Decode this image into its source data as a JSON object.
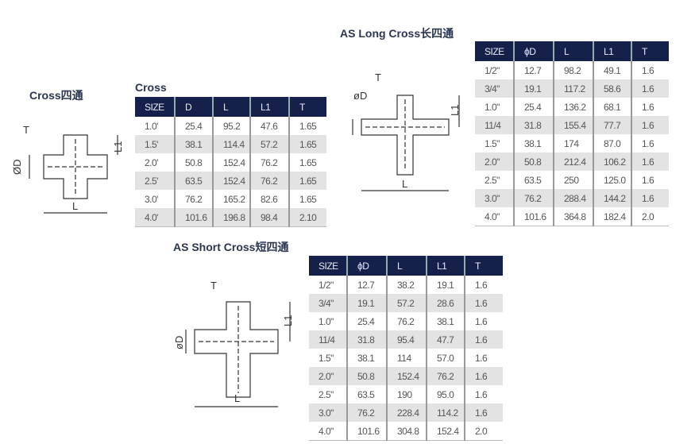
{
  "cross": {
    "side_title": "Cross四通",
    "title": "Cross",
    "headers": [
      "SIZE",
      "D",
      "L",
      "L1",
      "T"
    ],
    "rows": [
      [
        "1.0'",
        "25.4",
        "95.2",
        "47.6",
        "1.65"
      ],
      [
        "1.5'",
        "38.1",
        "114.4",
        "57.2",
        "1.65"
      ],
      [
        "2.0'",
        "50.8",
        "152.4",
        "76.2",
        "1.65"
      ],
      [
        "2.5'",
        "63.5",
        "152.4",
        "76.2",
        "1.65"
      ],
      [
        "3.0'",
        "76.2",
        "165.2",
        "82.6",
        "1.65"
      ],
      [
        "4.0'",
        "101.6",
        "196.8",
        "98.4",
        "2.10"
      ]
    ],
    "diagram": {
      "t": "T",
      "d": "ØD",
      "l1": "L1",
      "l": "L"
    }
  },
  "long_cross": {
    "title": "AS Long Cross长四通",
    "headers": [
      "SIZE",
      "ϕD",
      "L",
      "L1",
      "T"
    ],
    "rows": [
      [
        "1/2\"",
        "12.7",
        "98.2",
        "49.1",
        "1.6"
      ],
      [
        "3/4\"",
        "19.1",
        "117.2",
        "58.6",
        "1.6"
      ],
      [
        "1.0\"",
        "25.4",
        "136.2",
        "68.1",
        "1.6"
      ],
      [
        "11/4",
        "31.8",
        "155.4",
        "77.7",
        "1.6"
      ],
      [
        "1.5\"",
        "38.1",
        "174",
        "87.0",
        "1.6"
      ],
      [
        "2.0\"",
        "50.8",
        "212.4",
        "106.2",
        "1.6"
      ],
      [
        "2.5\"",
        "63.5",
        "250",
        "125.0",
        "1.6"
      ],
      [
        "3.0\"",
        "76.2",
        "288.4",
        "144.2",
        "1.6"
      ],
      [
        "4.0\"",
        "101.6",
        "364.8",
        "182.4",
        "2.0"
      ]
    ],
    "diagram": {
      "t": "T",
      "d": "øD",
      "l1": "L1",
      "l": "L"
    }
  },
  "short_cross": {
    "title": "AS Short Cross短四通",
    "headers": [
      "SIZE",
      "ϕD",
      "L",
      "L1",
      "T"
    ],
    "rows": [
      [
        "1/2\"",
        "12.7",
        "38.2",
        "19.1",
        "1.6"
      ],
      [
        "3/4\"",
        "19.1",
        "57.2",
        "28.6",
        "1.6"
      ],
      [
        "1.0\"",
        "25.4",
        "76.2",
        "38.1",
        "1.6"
      ],
      [
        "11/4",
        "31.8",
        "95.4",
        "47.7",
        "1.6"
      ],
      [
        "1.5\"",
        "38.1",
        "114",
        "57.0",
        "1.6"
      ],
      [
        "2.0\"",
        "50.8",
        "152.4",
        "76.2",
        "1.6"
      ],
      [
        "2.5\"",
        "63.5",
        "190",
        "95.0",
        "1.6"
      ],
      [
        "3.0\"",
        "76.2",
        "228.4",
        "114.2",
        "1.6"
      ],
      [
        "4.0\"",
        "101.6",
        "304.8",
        "152.4",
        "2.0"
      ]
    ],
    "diagram": {
      "t": "T",
      "d": "øD",
      "l1": "L1",
      "l": "L"
    }
  }
}
